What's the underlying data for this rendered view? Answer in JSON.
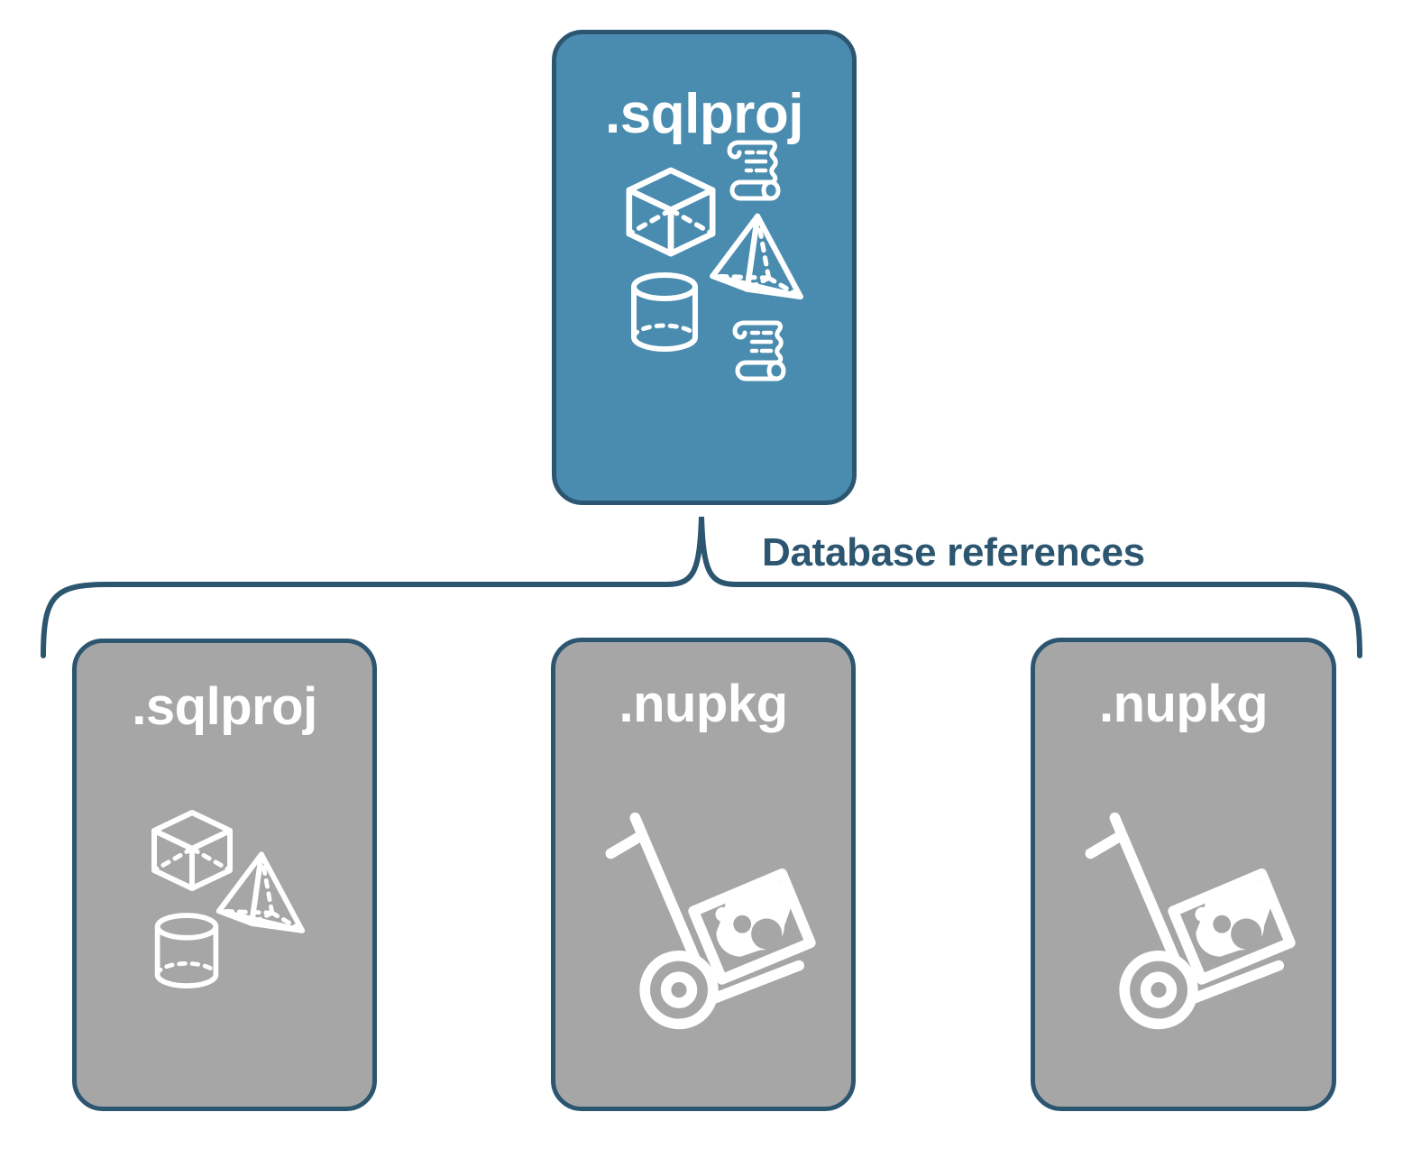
{
  "diagram": {
    "type": "hierarchy",
    "title": "",
    "connector_label": "Database references",
    "colors": {
      "project_fill": "#4a8caf",
      "reference_fill": "#a6a6a6",
      "stroke": "#2c5570",
      "icon": "#ffffff",
      "background": "#ffffff"
    },
    "root": {
      "label": ".sqlproj",
      "fill": "project_fill",
      "icons": [
        "cube-icon",
        "script-scroll-icon",
        "pyramid-icon",
        "cylinder-icon",
        "script-scroll-icon"
      ]
    },
    "children": [
      {
        "label": ".sqlproj",
        "fill": "reference_fill",
        "icons": [
          "cube-icon",
          "pyramid-icon",
          "cylinder-icon"
        ]
      },
      {
        "label": ".nupkg",
        "fill": "reference_fill",
        "icons": [
          "hand-truck-package-icon"
        ]
      },
      {
        "label": ".nupkg",
        "fill": "reference_fill",
        "icons": [
          "hand-truck-package-icon"
        ]
      }
    ]
  }
}
